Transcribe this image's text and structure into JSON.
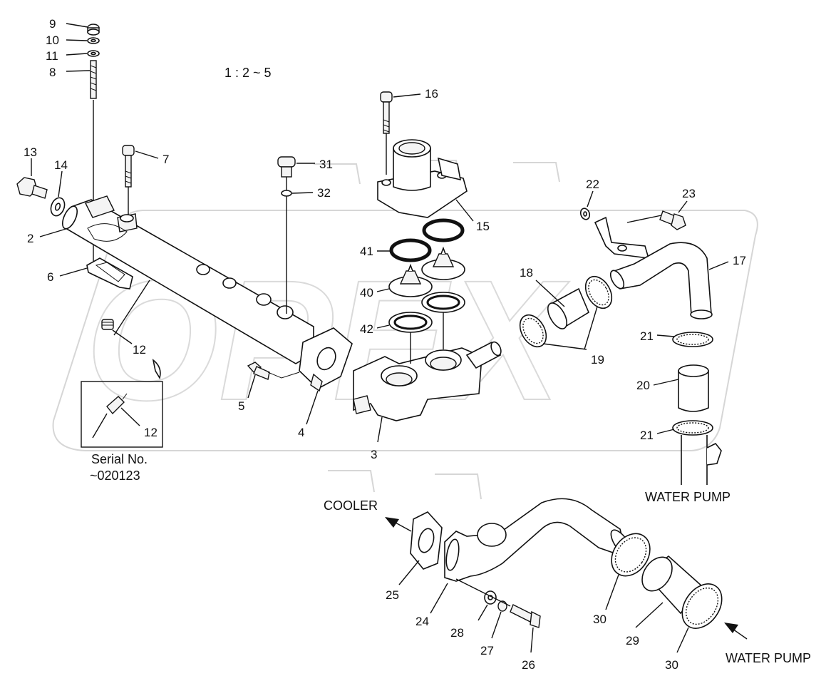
{
  "diagram": {
    "scale": "1 : 2 ~ 5",
    "inset_caption_line1": "Serial No.",
    "inset_caption_line2": "~020123",
    "flow_labels": {
      "water_pump_top": "WATER PUMP",
      "cooler": "COOLER",
      "water_pump_bottom": "WATER PUMP"
    },
    "watermark": "OPEX",
    "callouts": {
      "c9": "9",
      "c10": "10",
      "c11": "11",
      "c8": "8",
      "c13": "13",
      "c14": "14",
      "c7": "7",
      "c2": "2",
      "c6": "6",
      "c12a": "12",
      "c12b": "12",
      "c5": "5",
      "c4": "4",
      "c3": "3",
      "c31": "31",
      "c32": "32",
      "c16": "16",
      "c15": "15",
      "c41": "41",
      "c40": "40",
      "c42": "42",
      "c22": "22",
      "c23": "23",
      "c17": "17",
      "c18": "18",
      "c19": "19",
      "c21a": "21",
      "c20": "20",
      "c21b": "21",
      "c25": "25",
      "c24": "24",
      "c28": "28",
      "c27": "27",
      "c26": "26",
      "c30a": "30",
      "c29": "29",
      "c30b": "30"
    }
  }
}
